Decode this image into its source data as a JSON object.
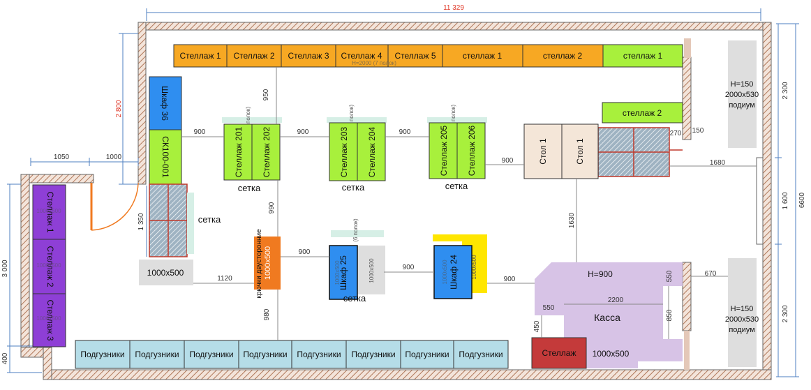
{
  "colors": {
    "orange": "#f7a823",
    "lime": "#a8f03c",
    "blue": "#2f8ef0",
    "light_blue": "#b5dde8",
    "purple": "#8e3fd6",
    "lavender": "#d7c3e6",
    "beige": "#f4e6d8",
    "red": "#c43a3a",
    "orange_hooks": "#f07a20",
    "yellow": "#ffe600",
    "gray": "#dedede",
    "dim_blue": "#4e7fc0",
    "dim_red": "#e03a2a",
    "wall_hatch": "#b0785a"
  },
  "dimensions": {
    "total_width": "11 329",
    "left_height": "2 800",
    "right_total": "6600",
    "right_top": "2 300",
    "right_mid": "1 600",
    "right_bottom": "2 300",
    "left_wing_height": "3 000",
    "left_wing_bottom": "400",
    "door_top_1050": "1050",
    "door_top_1000": "1000",
    "door_height": "1 350"
  },
  "measurements": {
    "m950": "950",
    "m900_a": "900",
    "m900_b": "900",
    "m900_c": "900",
    "m900_d": "900",
    "m900_e": "900",
    "m900_f": "900",
    "m900_g": "900",
    "m990": "990",
    "m980": "980",
    "m1120": "1120",
    "m1630": "1630",
    "m1680": "1680",
    "m270": "270",
    "m150": "150",
    "m670": "670",
    "m550_a": "550",
    "m550_b": "550",
    "m2200": "2200",
    "m850": "850",
    "m450": "450"
  },
  "top_row": [
    {
      "label": "Стеллаж 1"
    },
    {
      "label": "Стеллаж 2"
    },
    {
      "label": "Стеллаж 3"
    },
    {
      "label": "Стеллаж 4"
    },
    {
      "label": "Стеллаж 5"
    },
    {
      "label": "стеллаж 1"
    },
    {
      "label": "стеллаж 2"
    },
    {
      "label": "стеллаж 1"
    }
  ],
  "top_row_note": "H=2000 (7 полок)",
  "side_racks": {
    "shkaf36": "Шкаф 36",
    "sk100": "СК100-001",
    "stellazh2_right": "стеллаж 2"
  },
  "island_racks": [
    {
      "label": "Стеллаж 201"
    },
    {
      "label": "Стеллаж 202"
    },
    {
      "label": "Стеллаж 203"
    },
    {
      "label": "Стеллаж 204"
    },
    {
      "label": "Стеллаж 205"
    },
    {
      "label": "Стеллаж 206"
    }
  ],
  "rack_notes": {
    "polok_1": "полок)",
    "polok_2": "полок)",
    "polok_3": "полок)",
    "polok_4": "(6 полок)"
  },
  "nets": {
    "net1": "сетка",
    "net2": "сетка",
    "net3": "сетка",
    "net4": "сетка",
    "net5": "сетка"
  },
  "left_wing": [
    {
      "label": "Стеллаж 1",
      "size": "1000x500"
    },
    {
      "label": "Стеллаж 2",
      "size": "1000x500"
    },
    {
      "label": "Стеллаж 3",
      "size": "1000x500"
    }
  ],
  "floor_items": {
    "gray_1000x500": "1000x500",
    "hooks_label": "крючки двусторонние",
    "hooks_size": "1000x500",
    "shkaf25": "Шкаф 25",
    "shkaf25_under": "1000x500",
    "shkaf25_under_b": "1000x500",
    "shkaf24": "Шкаф 24",
    "shkaf24_under": "1000x500",
    "shkaf24_yellow": "1000x500",
    "stol1_a": "Стол 1",
    "stol1_b": "Стол 1",
    "h900": "H=900",
    "kassa": "Касса",
    "stellazh_red": "Стеллаж",
    "lav_1000x500": "1000x500"
  },
  "podium_top": {
    "h": "H=150",
    "size": "2000x530",
    "label": "подиум"
  },
  "podium_bottom": {
    "h": "H=150",
    "size": "2000x530",
    "label": "подиум"
  },
  "bottom_row": [
    {
      "label": "Подгузники"
    },
    {
      "label": "Подгузники"
    },
    {
      "label": "Подгузники"
    },
    {
      "label": "Подгузники"
    },
    {
      "label": "Подгузники"
    },
    {
      "label": "Подгузники"
    },
    {
      "label": "Подгузники"
    },
    {
      "label": "Подгузники"
    }
  ]
}
